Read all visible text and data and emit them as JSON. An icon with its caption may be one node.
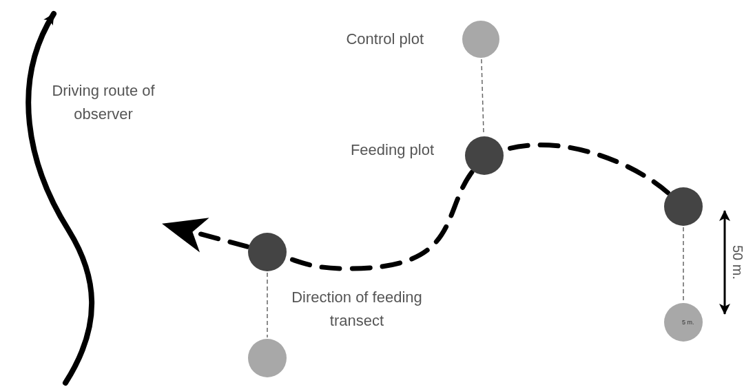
{
  "diagram": {
    "nodes": [
      {
        "text": [],
        "shape": "circle",
        "beside": [
          "Control plot"
        ]
      },
      {
        "text": [],
        "shape": "circle",
        "beside": [
          "Feeding plot"
        ]
      },
      {
        "text": [],
        "shape": "circle"
      },
      {
        "text": [],
        "shape": "circle"
      },
      {
        "text": [],
        "shape": "circle"
      },
      {
        "text": [],
        "shape": "circle"
      }
    ],
    "edges": [
      {
        "from": 0,
        "to": 1,
        "arrow": "none",
        "style": "dashed",
        "color": "#666666"
      },
      {
        "from": 2,
        "to": 1,
        "arrow": "none",
        "style": "dashed",
        "color": "#000000"
      },
      {
        "from": 2,
        "to": 3,
        "arrow": "none",
        "style": "dashed",
        "color": "#666666"
      },
      {
        "from": 1,
        "to": 4,
        "arrow": "none",
        "style": "dashed",
        "color": "#000000"
      },
      {
        "from": 4,
        "to": null,
        "arrow": "to",
        "style": "dashed",
        "color": "#000000"
      },
      {
        "from": 4,
        "to": 5,
        "arrow": "none",
        "style": "dashed",
        "color": "#666666"
      }
    ],
    "labels": [
      "Driving route of observer",
      "Direction of feeding transect",
      "50 m.",
      "5 m."
    ]
  }
}
